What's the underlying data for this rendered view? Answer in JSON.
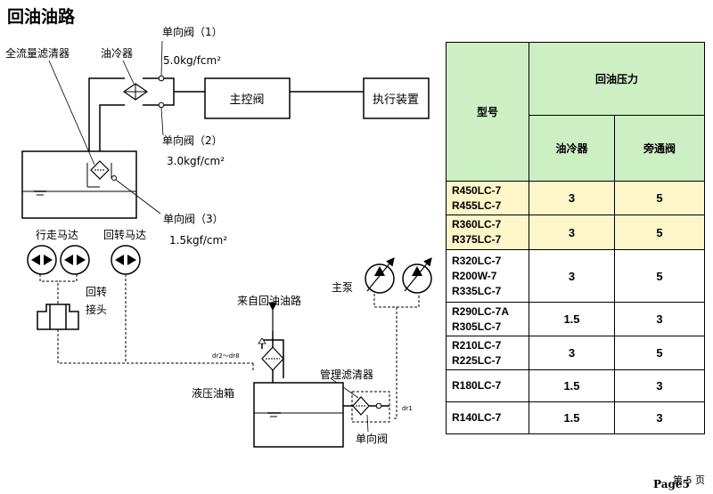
{
  "title": "回油油路",
  "labels": {
    "full_flow_filter": "全流量滤清器",
    "oil_cooler": "油冷器",
    "check_valve_1": "单向阀（1）",
    "pressure_1": "5.0kg/fcm²",
    "check_valve_2": "单向阀（2）",
    "pressure_2": "3.0kgf/cm²",
    "check_valve_3": "单向阀（3）",
    "pressure_3": "1.5kgf/cm²",
    "main_control_valve": "主控阀",
    "actuator": "执行装置",
    "travel_motor": "行走马达",
    "swing_motor": "回转马达",
    "swing_joint_line1": "回转",
    "swing_joint_line2": "接头",
    "main_pump": "主泵",
    "from_return_line": "来自回油油路",
    "line_filter": "管理滤清器",
    "hydraulic_tank": "液压油箱",
    "check_valve_bottom": "单向阀",
    "drain_label_1": "dr2～dr8",
    "drain_label_2": "dr1"
  },
  "table": {
    "header_model": "型号",
    "header_group": "回油压力",
    "header_cooler": "油冷器",
    "header_bypass": "旁通阀",
    "rows": [
      {
        "models": "R450LC-7\nR455LC-7",
        "cooler": "3",
        "bypass": "5"
      },
      {
        "models": "R360LC-7\nR375LC-7",
        "cooler": "3",
        "bypass": "5"
      },
      {
        "models": "R320LC-7\nR200W-7\nR335LC-7",
        "cooler": "3",
        "bypass": "5"
      },
      {
        "models": "R290LC-7A\nR305LC-7",
        "cooler": "1.5",
        "bypass": "3"
      },
      {
        "models": "R210LC-7\nR225LC-7",
        "cooler": "3",
        "bypass": "5"
      },
      {
        "models": "R180LC-7",
        "cooler": "1.5",
        "bypass": "3"
      },
      {
        "models": "R140LC-7",
        "cooler": "1.5",
        "bypass": "3"
      }
    ]
  },
  "footer": {
    "page_en": "Page5",
    "page_cn": "第 5 页"
  },
  "colors": {
    "table_header_bg": "#ccf0c4",
    "highlight_row_bg": "#fdf6c8"
  }
}
